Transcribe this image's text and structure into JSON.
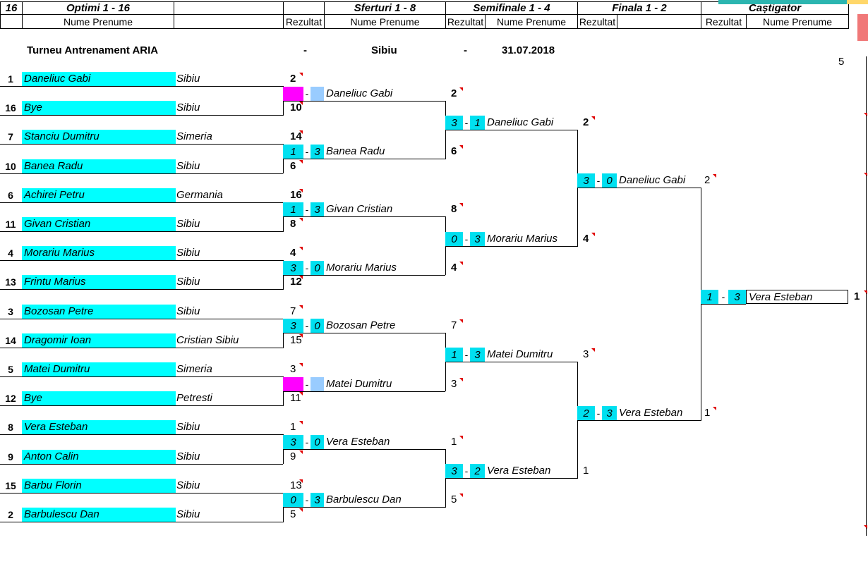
{
  "header": {
    "draw_size": "16",
    "r1": "Optimi 1 - 16",
    "qf": "Sferturi 1 - 8",
    "sf": "Semifinale 1 - 4",
    "fin": "Finala 1 - 2",
    "champ": "Caștigator",
    "name_col": "Nume Prenume",
    "result_col": "Rezultat"
  },
  "tournament": {
    "name": "Turneu Antrenament ARIA",
    "sep1": "-",
    "location": "Sibiu",
    "sep2": "-",
    "date": "31.07.2018",
    "side_number": "5"
  },
  "players": [
    {
      "seed": "1",
      "name": "Daneliuc Gabi",
      "city": "Sibiu",
      "rank": "2"
    },
    {
      "seed": "16",
      "name": "Bye",
      "city": "Sibiu",
      "rank": "10"
    },
    {
      "seed": "7",
      "name": "Stanciu Dumitru",
      "city": "Simeria",
      "rank": "14"
    },
    {
      "seed": "10",
      "name": "Banea Radu",
      "city": "Sibiu",
      "rank": "6"
    },
    {
      "seed": "6",
      "name": "Achirei Petru",
      "city": "Germania",
      "rank": "16"
    },
    {
      "seed": "11",
      "name": "Givan Cristian",
      "city": "Sibiu",
      "rank": "8"
    },
    {
      "seed": "4",
      "name": "Morariu Marius",
      "city": "Sibiu",
      "rank": "4"
    },
    {
      "seed": "13",
      "name": "Frintu Marius",
      "city": "Sibiu",
      "rank": "12"
    },
    {
      "seed": "3",
      "name": "Bozosan Petre",
      "city": "Sibiu",
      "rank": "7"
    },
    {
      "seed": "14",
      "name": "Dragomir Ioan",
      "city": "Cristian Sibiu",
      "rank": "15"
    },
    {
      "seed": "5",
      "name": "Matei Dumitru",
      "city": "Simeria",
      "rank": "3"
    },
    {
      "seed": "12",
      "name": "Bye",
      "city": "Petresti",
      "rank": "11"
    },
    {
      "seed": "8",
      "name": "Vera Esteban",
      "city": "Sibiu",
      "rank": "1"
    },
    {
      "seed": "9",
      "name": "Anton Calin",
      "city": "Sibiu",
      "rank": "9"
    },
    {
      "seed": "15",
      "name": "Barbu Florin",
      "city": "Sibiu",
      "rank": "13"
    },
    {
      "seed": "2",
      "name": "Barbulescu Dan",
      "city": "Sibiu",
      "rank": "5"
    }
  ],
  "quarterfinalists": [
    {
      "s1": "",
      "s2": "",
      "name": "Daneliuc Gabi",
      "rank": "2"
    },
    {
      "s1": "1",
      "s2": "3",
      "name": "Banea Radu",
      "rank": "6"
    },
    {
      "s1": "1",
      "s2": "3",
      "name": "Givan Cristian",
      "rank": "8"
    },
    {
      "s1": "3",
      "s2": "0",
      "name": "Morariu Marius",
      "rank": "4"
    },
    {
      "s1": "3",
      "s2": "0",
      "name": "Bozosan Petre",
      "rank": "7"
    },
    {
      "s1": "",
      "s2": "",
      "name": "Matei Dumitru",
      "rank": "3"
    },
    {
      "s1": "3",
      "s2": "0",
      "name": "Vera Esteban",
      "rank": "1"
    },
    {
      "s1": "0",
      "s2": "3",
      "name": "Barbulescu Dan",
      "rank": "5"
    }
  ],
  "semifinalists": [
    {
      "s1": "3",
      "s2": "1",
      "name": "Daneliuc Gabi",
      "rank": "2"
    },
    {
      "s1": "0",
      "s2": "3",
      "name": "Morariu Marius",
      "rank": "4"
    },
    {
      "s1": "1",
      "s2": "3",
      "name": "Matei Dumitru",
      "rank": "3"
    },
    {
      "s1": "3",
      "s2": "2",
      "name": "Vera Esteban",
      "rank": "1"
    }
  ],
  "finalists": [
    {
      "s1": "3",
      "s2": "0",
      "name": "Daneliuc Gabi",
      "rank": "2"
    },
    {
      "s1": "2",
      "s2": "3",
      "name": "Vera Esteban",
      "rank": "1"
    }
  ],
  "champion": {
    "s1": "1",
    "s2": "3",
    "name": "Vera Esteban",
    "rank": "1"
  },
  "colors": {
    "score_box": "#00e0f0",
    "bye_box": "#ff00ff",
    "bye_box2": "#99ccff",
    "name_fill": "#00ffff",
    "comment_mark": "#e00000"
  }
}
